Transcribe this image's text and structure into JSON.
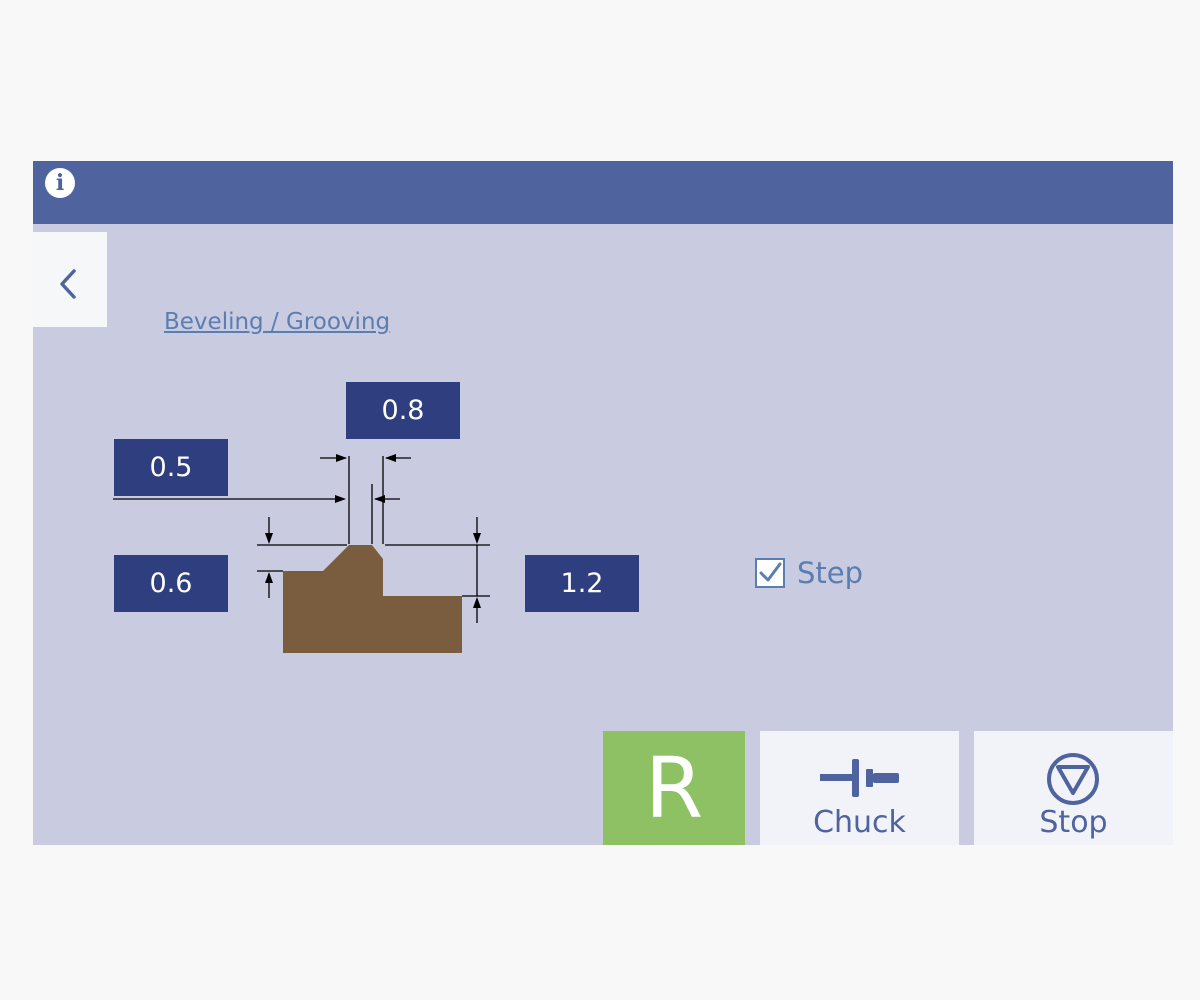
{
  "header": {
    "info_icon": "info-icon"
  },
  "nav": {
    "back_icon": "chevron-left-icon"
  },
  "section": {
    "title": "Beveling / Grooving"
  },
  "dimensions": {
    "top_width": "0.8",
    "left_top": "0.5",
    "left_height": "0.6",
    "right_height": "1.2"
  },
  "step": {
    "label": "Step",
    "checked": true
  },
  "actions": {
    "r_label": "R",
    "chuck_label": "Chuck",
    "stop_label": "Stop"
  },
  "colors": {
    "header": "#4f649f",
    "background": "#c9cbe1",
    "value_box": "#2e3e7e",
    "part": "#7a5c3f",
    "r_button": "#8dc163",
    "accent": "#5b7db0"
  }
}
